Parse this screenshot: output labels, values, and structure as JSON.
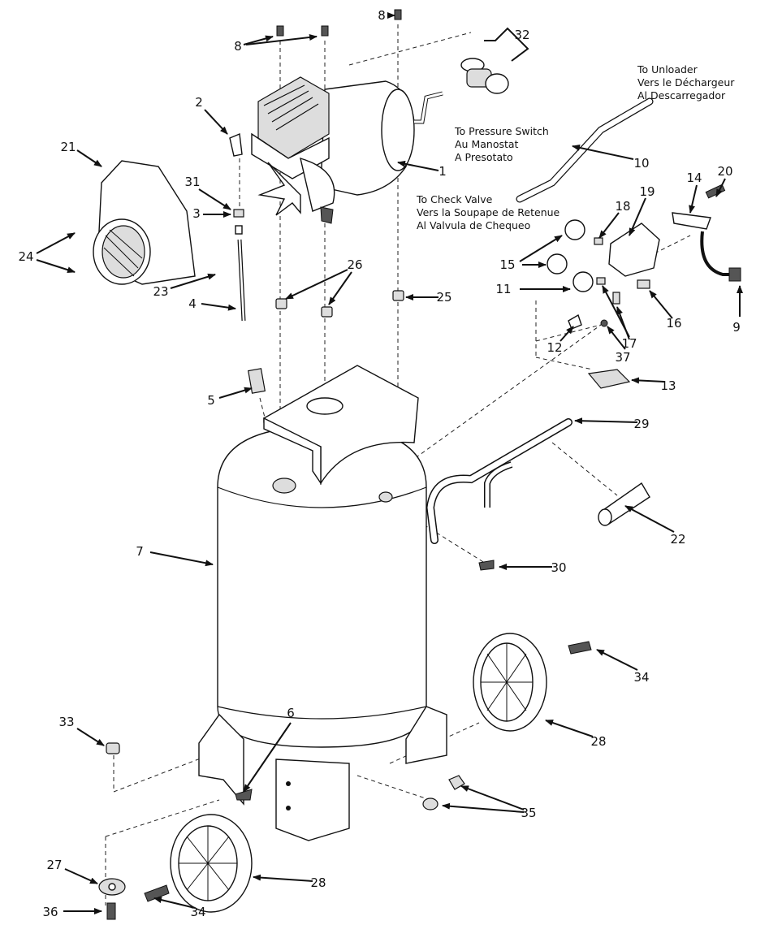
{
  "callouts": [
    "8",
    "8",
    "32",
    "2",
    "21",
    "31",
    "3",
    "24",
    "23",
    "4",
    "1",
    "10",
    "26",
    "25",
    "5",
    "18",
    "19",
    "14",
    "20",
    "15",
    "11",
    "16",
    "9",
    "17",
    "12",
    "37",
    "13",
    "29",
    "22",
    "7",
    "30",
    "34",
    "28",
    "33",
    "6",
    "35",
    "27",
    "28",
    "36",
    "34"
  ],
  "notes": {
    "unloader": [
      "To Unloader",
      "Vers le Déchargeur",
      "Al Descarregador"
    ],
    "pressure_switch": [
      "To Pressure Switch",
      "Au Manostat",
      "A Presotato"
    ],
    "check_valve": [
      "To Check Valve",
      "Vers la Soupape de Retenue",
      "Al Valvula de Chequeo"
    ]
  }
}
